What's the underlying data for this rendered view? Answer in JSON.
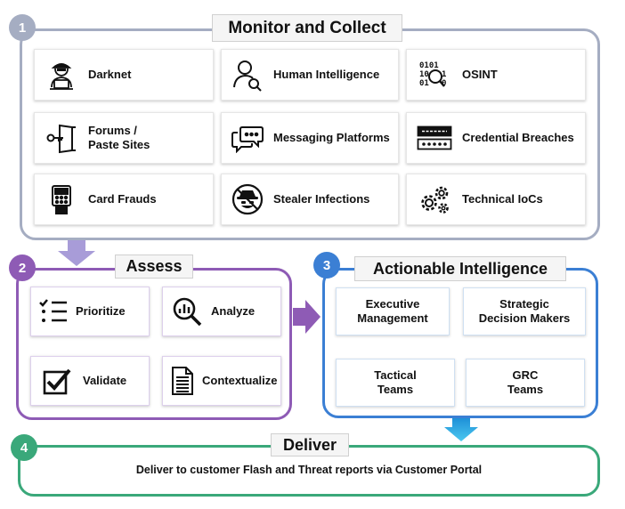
{
  "sections": {
    "monitor": {
      "number": "1",
      "title": "Monitor and Collect",
      "color": "#a5adc2",
      "items": [
        {
          "label": "Darknet",
          "icon": "hacker-laptop-icon"
        },
        {
          "label": "Human Intelligence",
          "icon": "person-search-icon"
        },
        {
          "label": "OSINT",
          "icon": "binary-magnifier-icon"
        },
        {
          "label": "Forums /\nPaste Sites",
          "icon": "key-door-icon"
        },
        {
          "label": "Messaging Platforms",
          "icon": "chat-bubbles-icon"
        },
        {
          "label": "Credential Breaches",
          "icon": "username-password-icon"
        },
        {
          "label": "Card Frauds",
          "icon": "card-terminal-icon"
        },
        {
          "label": "Stealer Infections",
          "icon": "spy-icon"
        },
        {
          "label": "Technical IoCs",
          "icon": "gears-icon"
        }
      ]
    },
    "assess": {
      "number": "2",
      "title": "Assess",
      "color": "#8e5bb5",
      "items": [
        {
          "label": "Prioritize",
          "icon": "checklist-icon"
        },
        {
          "label": "Analyze",
          "icon": "chart-magnifier-icon"
        },
        {
          "label": "Validate",
          "icon": "checkbox-icon"
        },
        {
          "label": "Contextualize",
          "icon": "document-icon"
        }
      ]
    },
    "actionable": {
      "number": "3",
      "title": "Actionable Intelligence",
      "color": "#3b7fd4",
      "items": [
        {
          "label": "Executive\nManagement"
        },
        {
          "label": "Strategic\nDecision Makers"
        },
        {
          "label": "Tactical\nTeams"
        },
        {
          "label": "GRC\nTeams"
        }
      ]
    },
    "deliver": {
      "number": "4",
      "title": "Deliver",
      "color": "#3aa87a",
      "text": "Deliver to customer Flash and Threat reports via Customer Portal"
    }
  },
  "arrow_colors": {
    "monitor_to_assess": "#a89cd8",
    "assess_to_actionable": "#8e5bb5",
    "actionable_to_deliver": "#29a9e0"
  }
}
